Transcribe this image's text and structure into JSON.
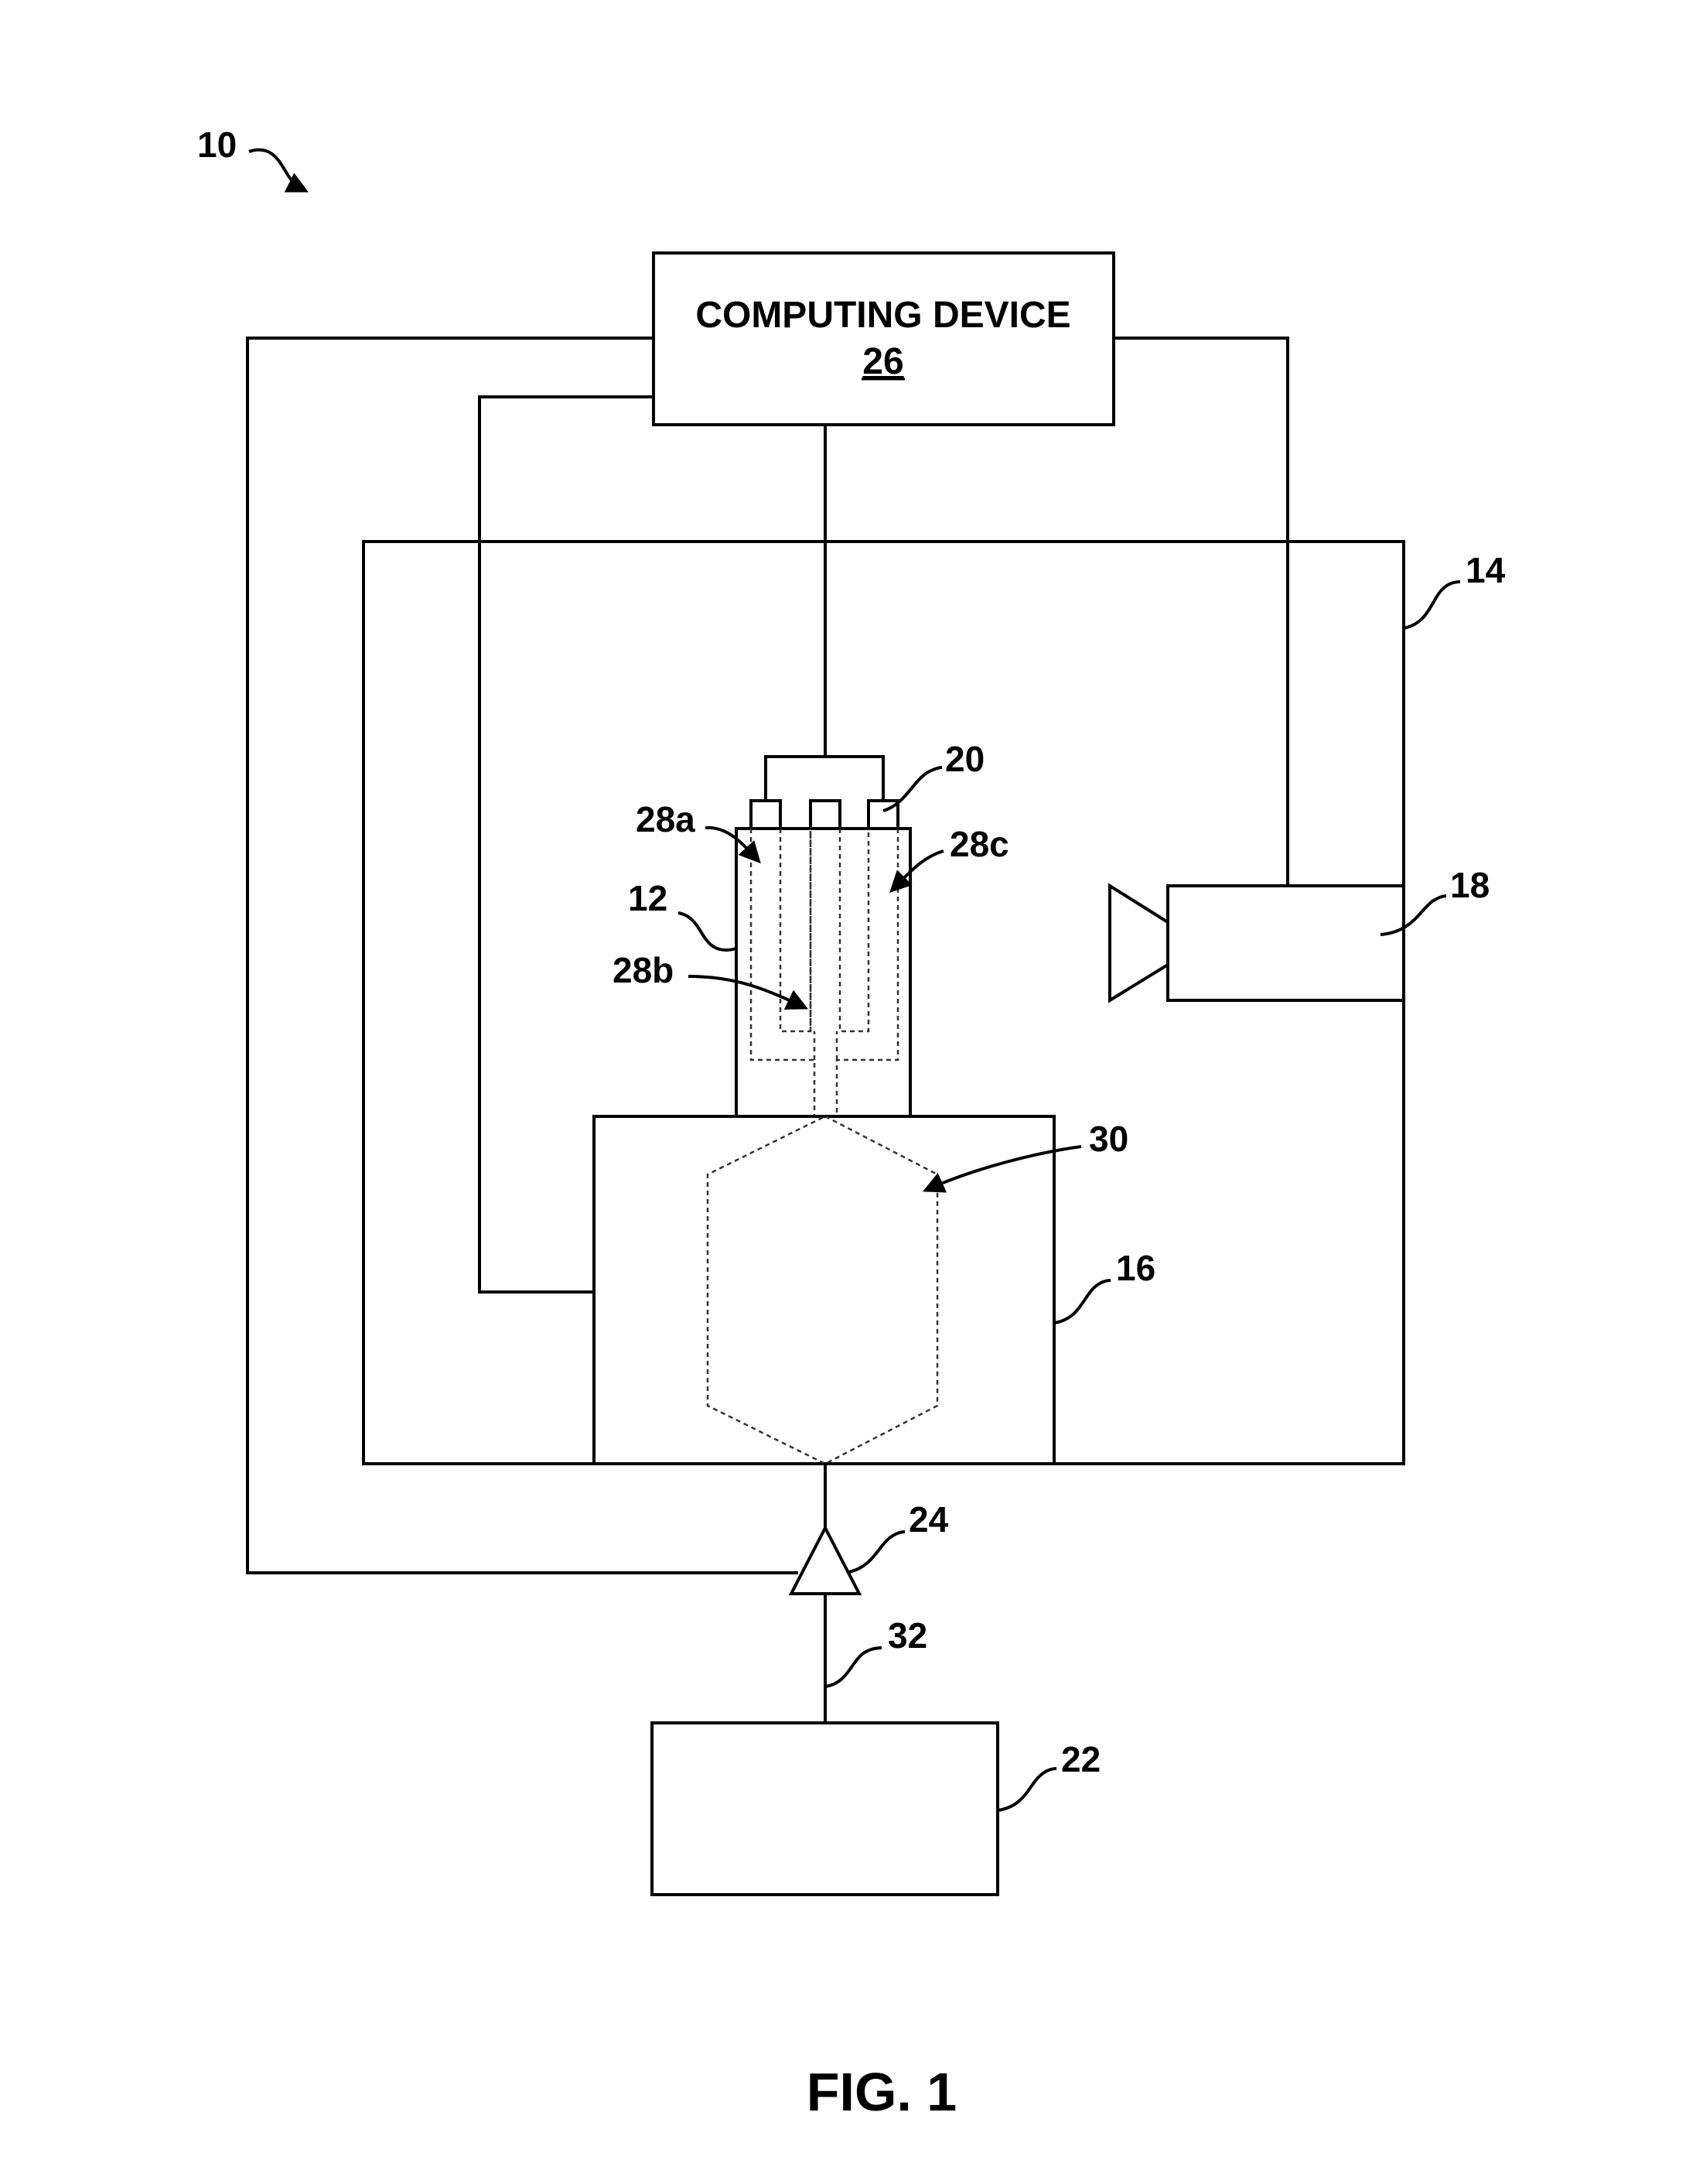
{
  "figure": {
    "caption": "FIG. 1",
    "system_ref": "10"
  },
  "computing_device": {
    "title": "COMPUTING DEVICE",
    "ref": "26"
  },
  "refs": {
    "chamber": "14",
    "sensor": "20",
    "channel_a": "28a",
    "channel_b": "28b",
    "channel_c": "28c",
    "part": "12",
    "camera": "18",
    "cavity": "30",
    "mold": "16",
    "valve": "24",
    "supply_line": "32",
    "source": "22"
  }
}
